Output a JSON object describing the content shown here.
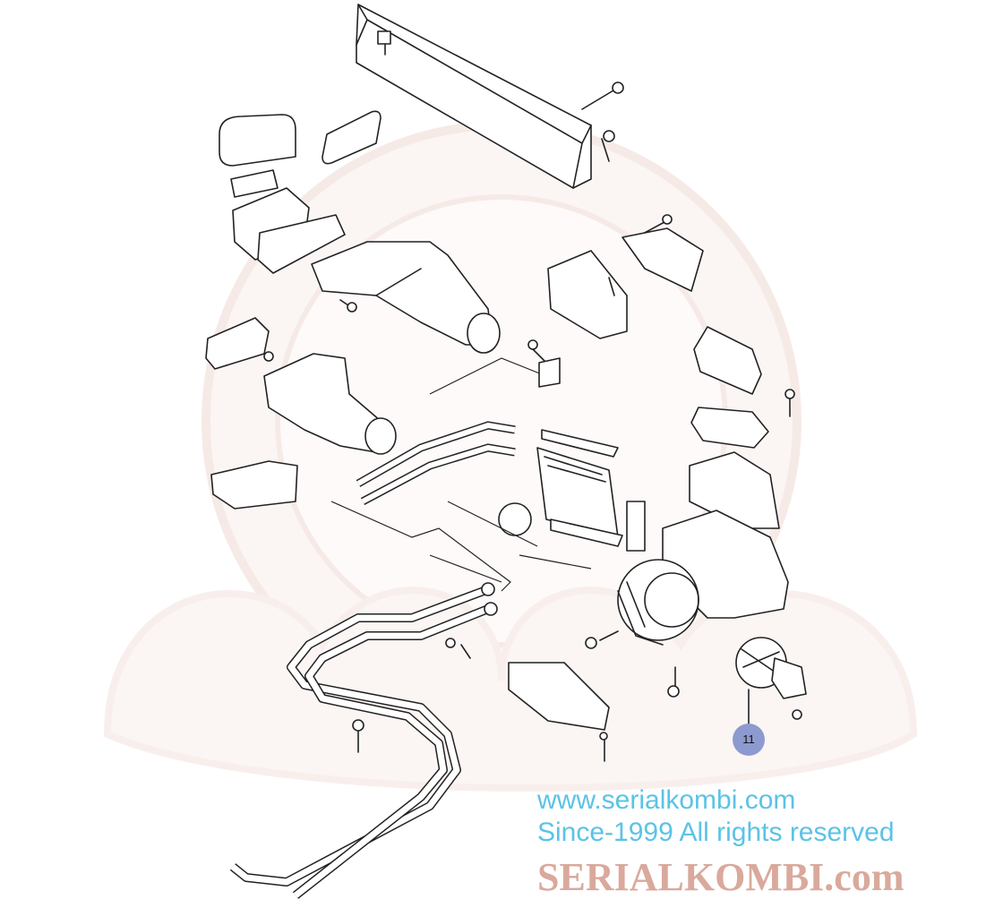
{
  "watermark": {
    "arc_text": "www.serialkombi.com    Since-1999 All rights reserved",
    "brand_text": "SERIALKOMBI.com",
    "arc_color": "#8fd6ee",
    "brand_color": "#e9c9c0"
  },
  "callouts": [
    {
      "label": "11",
      "color": "#8d9ad0"
    }
  ]
}
